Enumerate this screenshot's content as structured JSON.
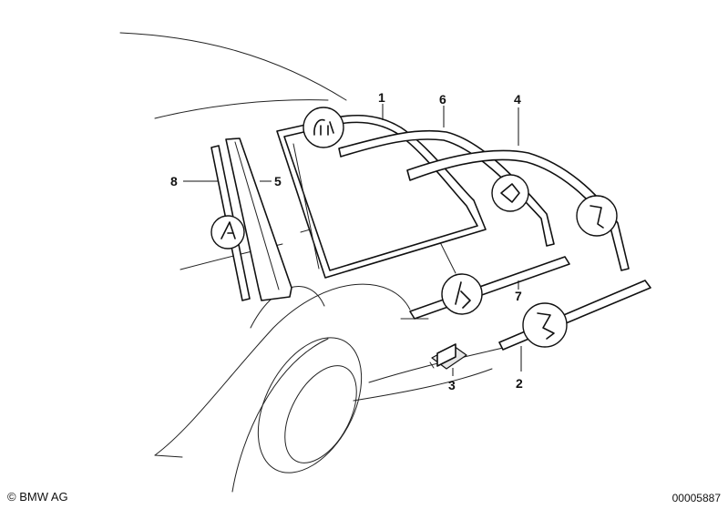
{
  "callouts": {
    "c1": "1",
    "c2": "2",
    "c3": "3",
    "c4": "4",
    "c5": "5",
    "c6": "6",
    "c7": "7",
    "c8": "8"
  },
  "footer": {
    "copyright": "© BMW AG",
    "diagram_id": "00005887"
  }
}
